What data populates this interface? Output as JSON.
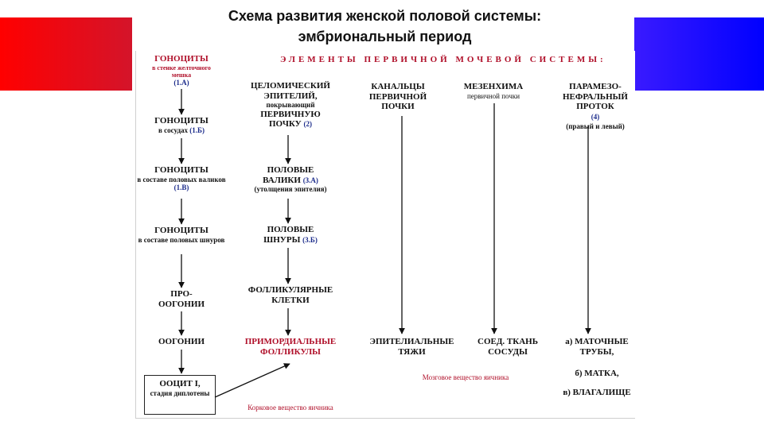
{
  "title": {
    "line1": "Схема развития женской половой системы:",
    "line2": "эмбриональный период"
  },
  "header": "ЭЛЕМЕНТЫ ПЕРВИЧНОЙ МОЧЕВОЙ СИСТЕМЫ:",
  "col1": {
    "n1_title": "ГОНОЦИТЫ",
    "n1_sub": "в стенке желточного мешка",
    "n1_ref": "(1.А)",
    "n2_title": "ГОНОЦИТЫ",
    "n2_sub": "в сосудах",
    "n2_ref": "(1.Б)",
    "n3_title": "ГОНОЦИТЫ",
    "n3_sub": "в составе половых валиков",
    "n3_ref": "(1.В)",
    "n4_title": "ГОНОЦИТЫ",
    "n4_sub": "в составе половых шнуров",
    "n5_line1": "ПРО-",
    "n5_line2": "ООГОНИИ",
    "n6": "ООГОНИИ",
    "box_title": "ООЦИТ I,",
    "box_sub": "стадия диплотены"
  },
  "col2": {
    "n1_title": "ЦЕЛОМИЧЕСКИЙ ЭПИТЕЛИЙ,",
    "n1_sub1": "покрывающий",
    "n1_sub2": "ПЕРВИЧНУЮ",
    "n1_sub3": "ПОЧКУ",
    "n1_ref": "(2)",
    "n2_line1": "ПОЛОВЫЕ",
    "n2_line2": "ВАЛИКИ",
    "n2_ref": "(3.А)",
    "n2_sub": "(утолщения эпителия)",
    "n3_line1": "ПОЛОВЫЕ",
    "n3_line2": "ШНУРЫ",
    "n3_ref": "(3.Б)",
    "n4": "ФОЛЛИКУЛЯРНЫЕ КЛЕТКИ",
    "n5": "ПРИМОРДИАЛЬНЫЕ ФОЛЛИКУЛЫ",
    "footer": "Корковое вещество яичника"
  },
  "col3": {
    "top": "КАНАЛЬЦЫ ПЕРВИЧНОЙ ПОЧКИ",
    "bottom": "ЭПИТЕЛИАЛЬНЫЕ ТЯЖИ"
  },
  "col4": {
    "top": "МЕЗЕНХИМА",
    "top_sub": "первичной почки",
    "bottom": "СОЕД. ТКАНЬ СОСУДЫ",
    "footer": "Мозговое вещество яичника"
  },
  "col5": {
    "top": "ПАРАМЕЗО-НЕФРАЛЬНЫЙ ПРОТОК",
    "top_ref": "(4)",
    "top_sub": "(правый и левый)",
    "b1": "а) МАТОЧНЫЕ ТРУБЫ,",
    "b2": "б) МАТКА,",
    "b3": "в) ВЛАГАЛИЩЕ"
  }
}
